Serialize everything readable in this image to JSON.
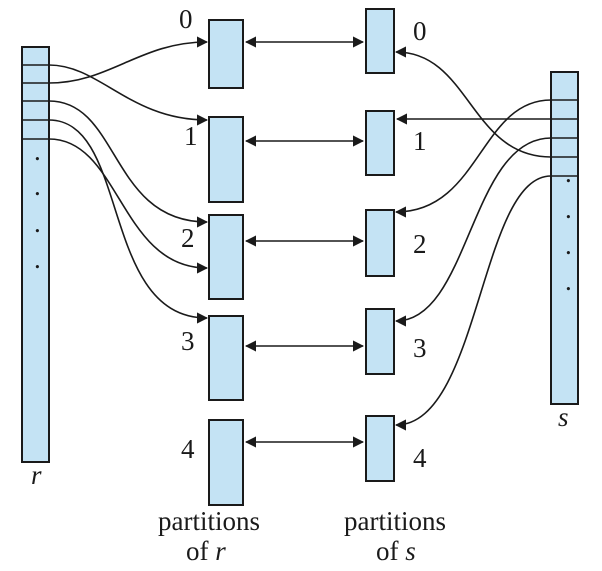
{
  "relations": {
    "r": {
      "label": "r"
    },
    "s": {
      "label": "s"
    }
  },
  "partitions": [
    {
      "index": "0"
    },
    {
      "index": "1"
    },
    {
      "index": "2"
    },
    {
      "index": "3"
    },
    {
      "index": "4"
    }
  ],
  "captions": {
    "r_partitions_line1": "partitions",
    "r_partitions_line2_prefix": "of ",
    "r_partitions_line2_var": "r",
    "s_partitions_line1": "partitions",
    "s_partitions_line2_prefix": "of ",
    "s_partitions_line2_var": "s"
  },
  "ellipsis_symbol": "."
}
